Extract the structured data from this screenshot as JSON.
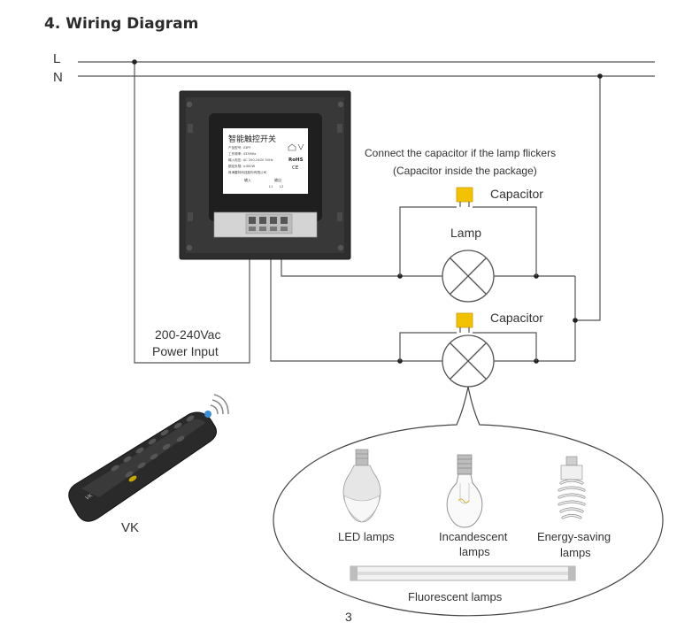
{
  "title": "4. Wiring Diagram",
  "lines": {
    "live": "L",
    "neutral": "N"
  },
  "switch_label": {
    "heading": "智能触控开关",
    "rows": [
      "产品型号: 03PF",
      "工作频率: 433MHz",
      "输入电压: AC 200-240V 50Hz",
      "额定负载: ≤300W",
      "珠海雷特科技股份有限公司"
    ],
    "rohs": "RoHS",
    "ce": "CE",
    "terminal_in": "输入",
    "terminal_out": "输出",
    "terminal_l1": "L1",
    "terminal_l2": "L2"
  },
  "note": {
    "line1": "Connect the capacitor if the lamp flickers",
    "line2": "(Capacitor inside the package)"
  },
  "components": {
    "capacitor1": "Capacitor",
    "capacitor2": "Capacitor",
    "lamp": "Lamp"
  },
  "power_input": {
    "line1": "200-240Vac",
    "line2": "Power Input"
  },
  "remote": {
    "badge": "VK",
    "label": "VK"
  },
  "lamp_types": {
    "led": "LED lamps",
    "incandescent_l1": "Incandescent",
    "incandescent_l2": "lamps",
    "energy_l1": "Energy-saving",
    "energy_l2": "lamps",
    "fluorescent": "Fluorescent lamps"
  },
  "page_number": "3",
  "colors": {
    "capacitor": "#f2c200",
    "panel": "#2e2e2e",
    "wire": "#555555",
    "text": "#333333"
  }
}
